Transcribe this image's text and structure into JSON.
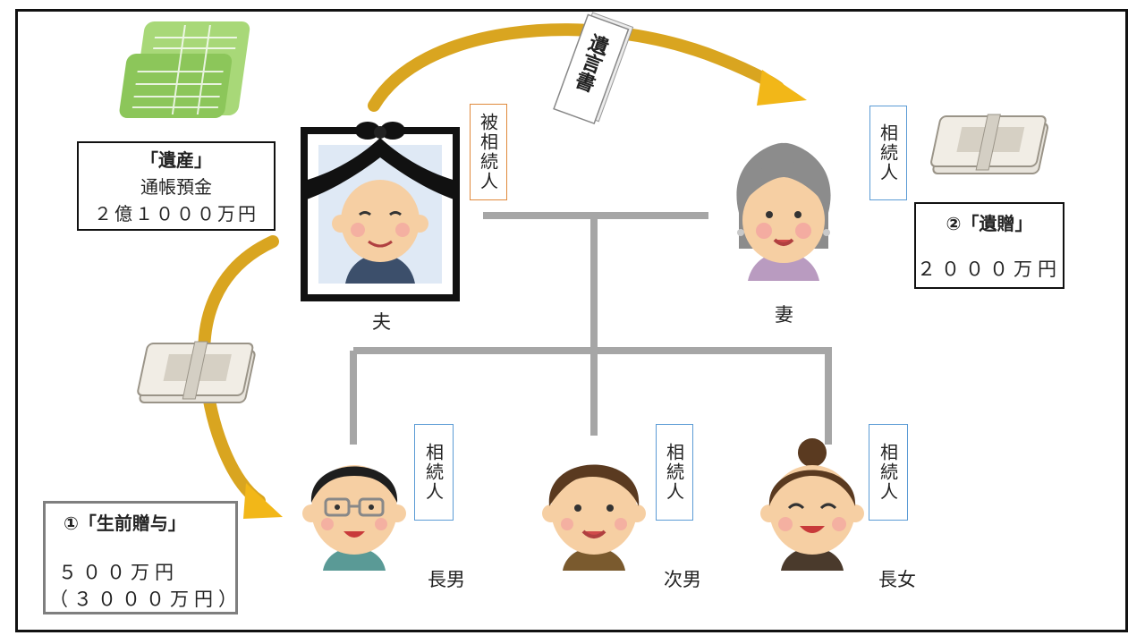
{
  "people": {
    "husband": {
      "name": "夫",
      "role": "被相続人"
    },
    "wife": {
      "name": "妻",
      "role": "相続人"
    },
    "son1": {
      "name": "長男",
      "role": "相続人"
    },
    "son2": {
      "name": "次男",
      "role": "相続人"
    },
    "daughter": {
      "name": "長女",
      "role": "相続人"
    }
  },
  "estate": {
    "title": "「遺産」",
    "line1": "通帳預金",
    "line2": "２億１０００万円"
  },
  "bequest": {
    "title": "②「遺贈」",
    "amount": "２０００万円"
  },
  "gift": {
    "title": "①「生前贈与」",
    "amount": "５００万円",
    "amount_paren": "（３０００万円）"
  },
  "will": {
    "label": "遺言書"
  },
  "colors": {
    "arrow": "#d9a520",
    "tree_line": "#a6a6a6",
    "role_border": "#5b9bd5",
    "deceased_border": "#e08a3c"
  }
}
